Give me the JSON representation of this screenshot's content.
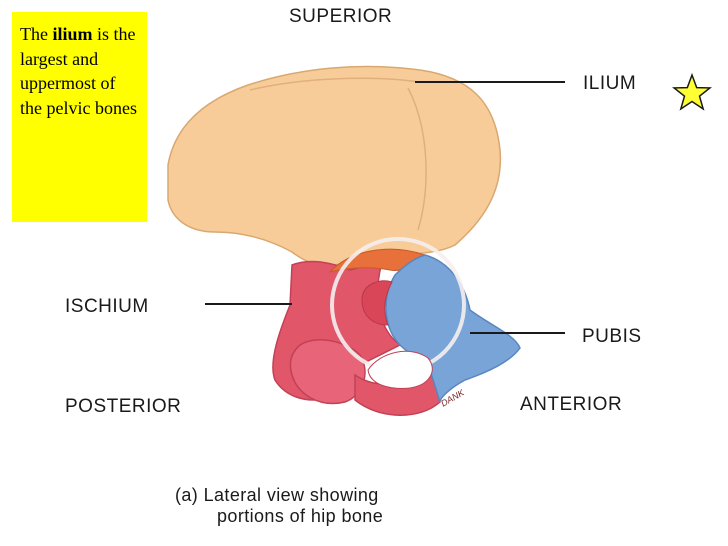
{
  "callout": {
    "prefix": "The ",
    "bold": "ilium",
    "rest": "is the largest and uppermost of the pelvic bones"
  },
  "labels": {
    "superior": "SUPERIOR",
    "ilium": "ILIUM",
    "ischium": "ISCHIUM",
    "pubis": "PUBIS",
    "posterior": "POSTERIOR",
    "anterior": "ANTERIOR"
  },
  "caption": {
    "line1": "(a) Lateral view showing",
    "line2": "portions of hip bone"
  },
  "signature": "DANK",
  "colors": {
    "ilium": "#f8cc98",
    "ischium": "#e2566a",
    "pubis": "#79a4d8",
    "callout_bg": "#ffff00",
    "star": "#ffff33"
  }
}
